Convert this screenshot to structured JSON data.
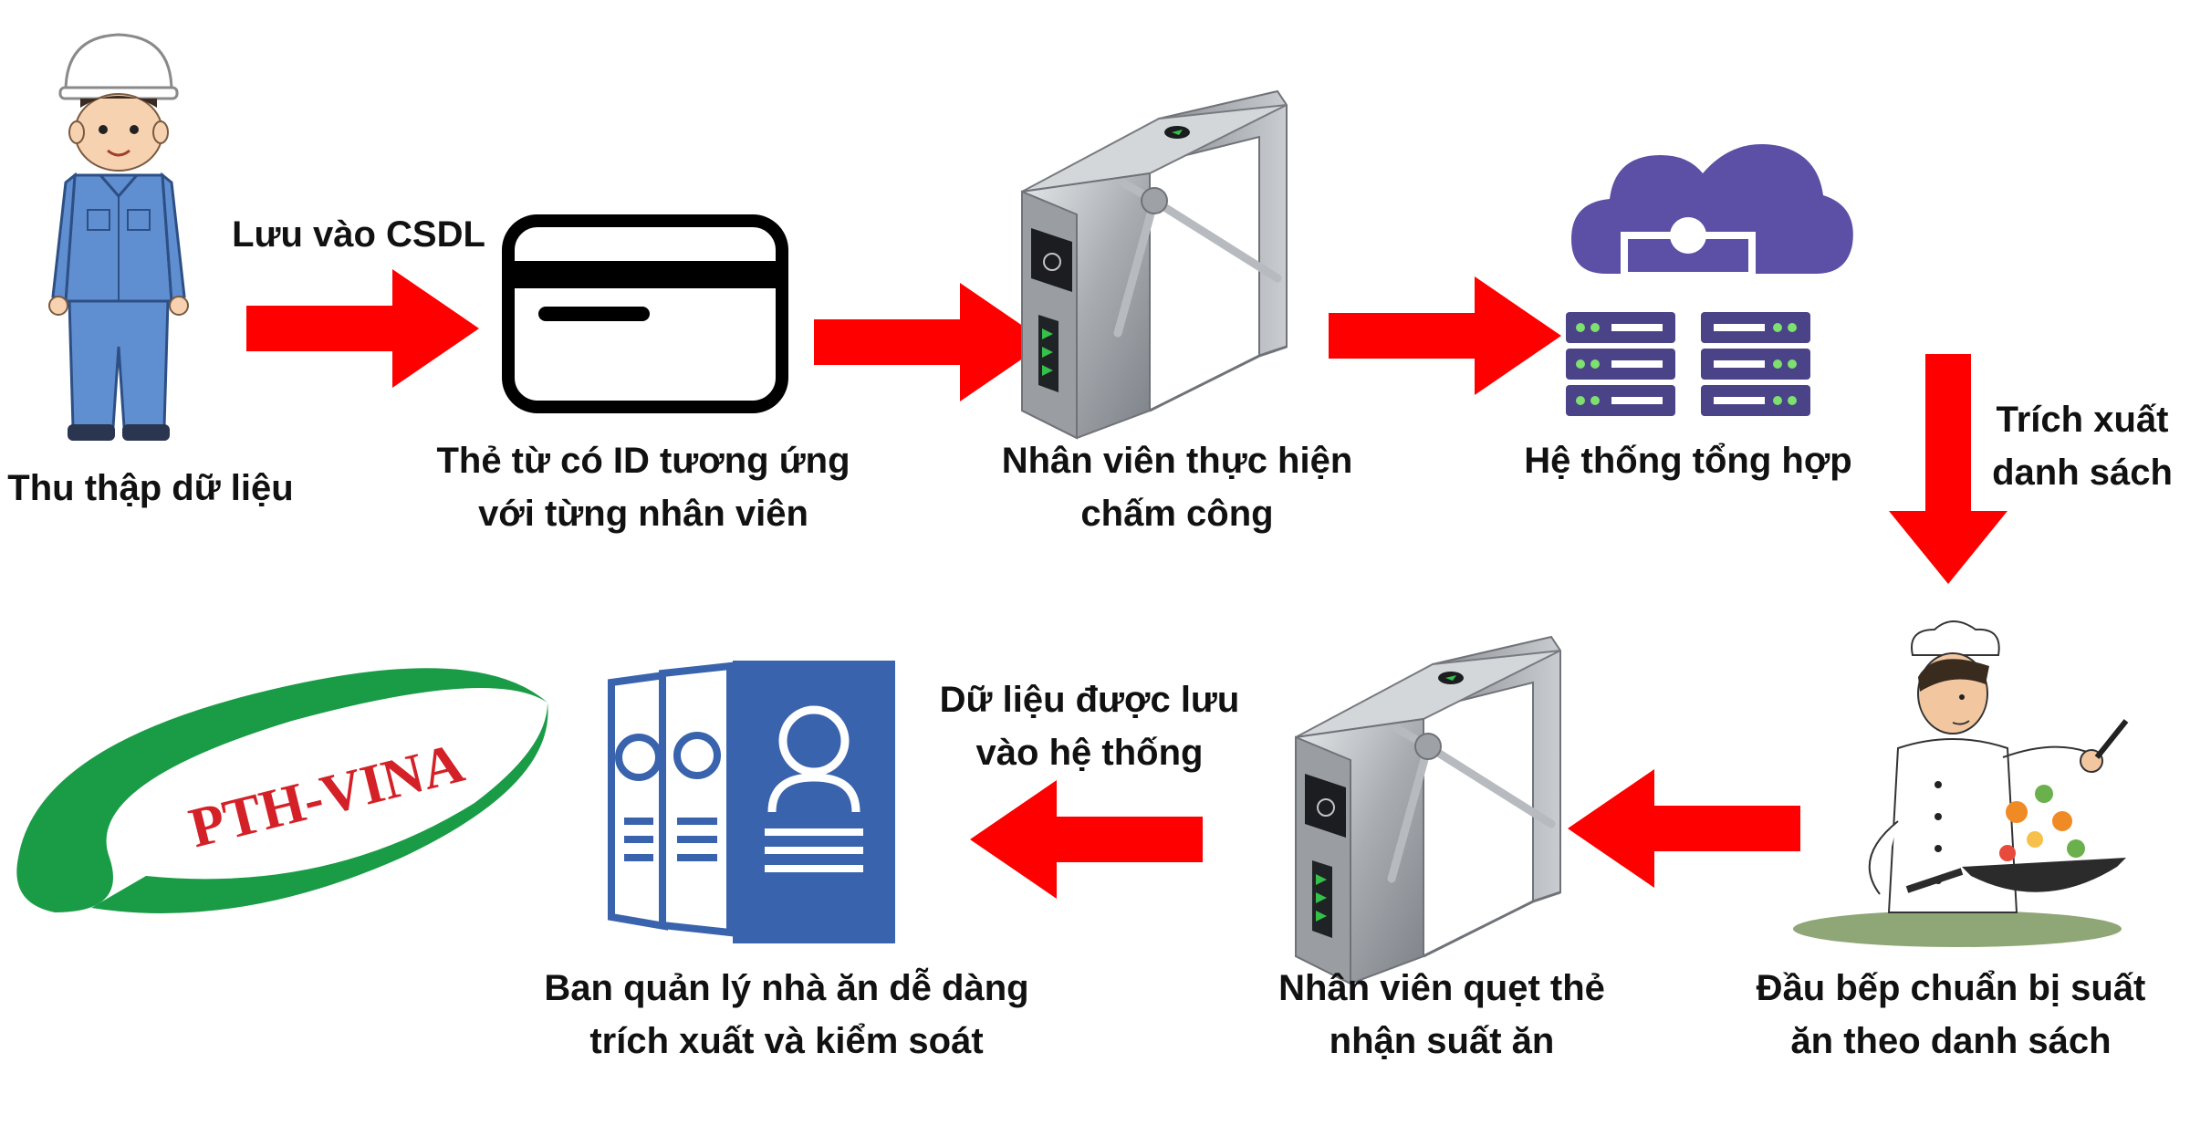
{
  "colors": {
    "arrow": "#ff0000",
    "text": "#111111",
    "logo_green": "#1a9c47",
    "logo_red": "#d42027",
    "cloud": "#5b4fa6",
    "server": "#4a4387",
    "server_led": "#7ee06f",
    "doc_blue": "#3a63ad",
    "worker_suit": "#5f8fd1"
  },
  "steps": {
    "collect": "Thu thập dữ liệu",
    "card_line1": "Thẻ từ có ID tương ứng",
    "card_line2": "với từng nhân viên",
    "checkin_line1": "Nhân viên thực hiện",
    "checkin_line2": "chấm công",
    "system": "Hệ thống tổng hợp",
    "chef_line1": "Đầu bếp chuẩn bị suất",
    "chef_line2": "ăn theo danh sách",
    "swipe_line1": "Nhân viên quẹt thẻ",
    "swipe_line2": "nhận suất ăn",
    "manage_line1": "Ban quản lý nhà ăn dễ dàng",
    "manage_line2": "trích xuất và kiểm soát"
  },
  "arrow_labels": {
    "save_db": "Lưu vào CSDL",
    "extract_line1": "Trích xuất",
    "extract_line2": "danh sách",
    "stored_line1": "Dữ liệu được lưu",
    "stored_line2": "vào hệ thống"
  },
  "logo": {
    "text": "PTH-VINA"
  }
}
